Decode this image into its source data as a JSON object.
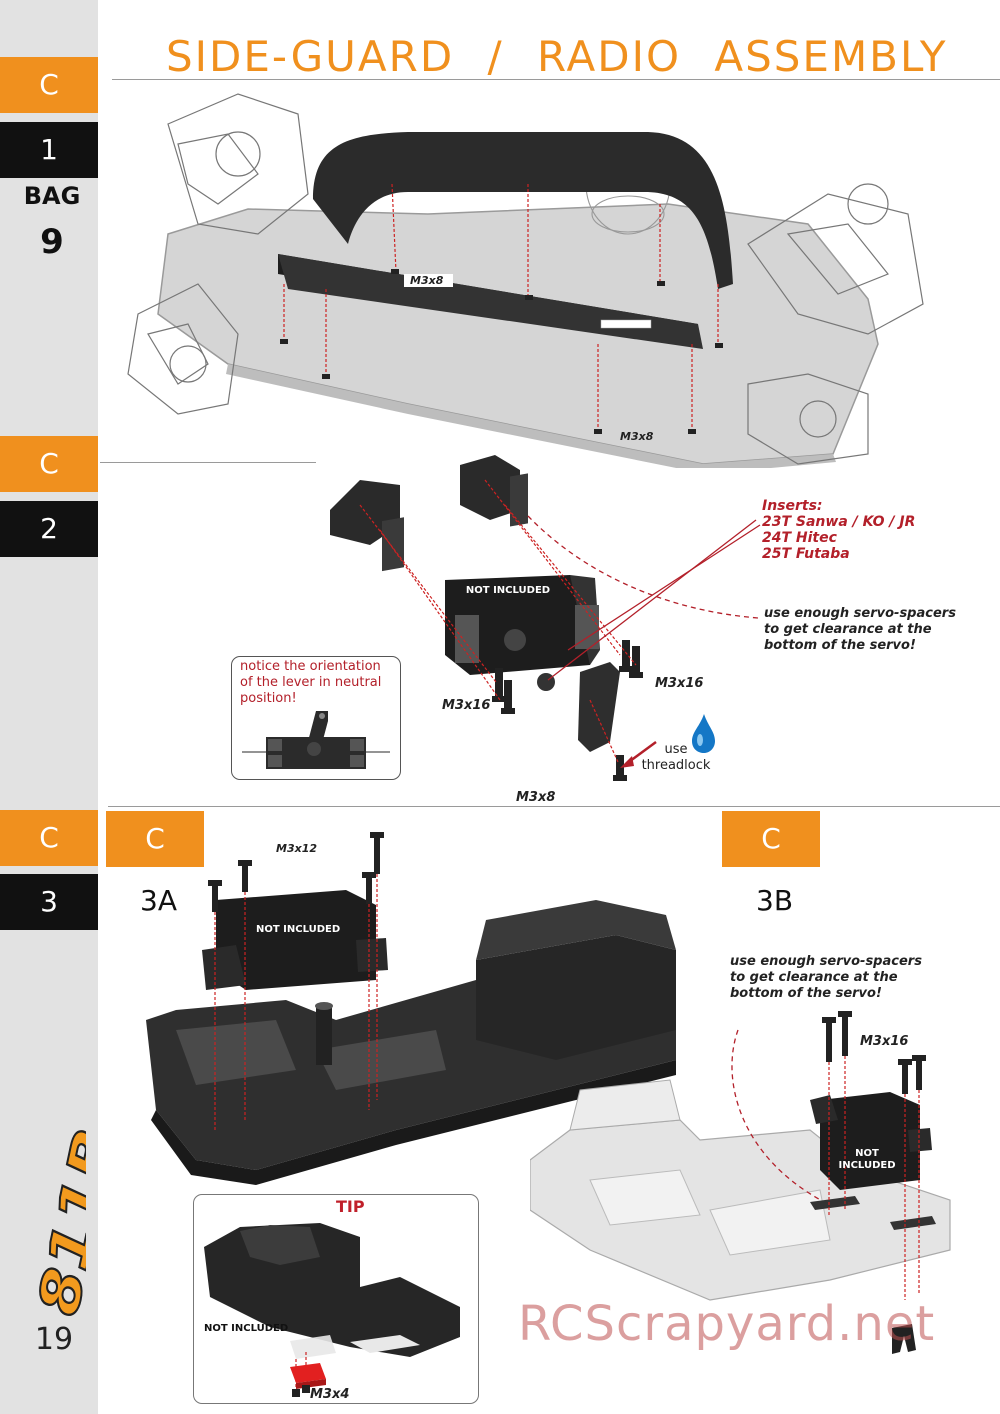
{
  "header": {
    "title": "SIDE-GUARD / RADIO ASSEMBLY"
  },
  "sidebar": {
    "c1": {
      "letter": "C",
      "number": "1"
    },
    "bag": {
      "label": "BAG",
      "number": "9"
    },
    "c2": {
      "letter": "C",
      "number": "2"
    },
    "c3": {
      "letter": "C",
      "number": "3"
    },
    "logo": "811B",
    "page_number": "19"
  },
  "step1": {
    "screw_label_1": "M3x8",
    "screw_label_2": "M3x8"
  },
  "step2": {
    "servo_label": "NOT INCLUDED",
    "inserts_lines": [
      "Inserts:",
      "23T  Sanwa / KO / JR",
      "24T  Hitec",
      "25T  Futaba"
    ],
    "spacer_note_lines": [
      "use enough servo-spacers",
      "to get clearance at the",
      "bottom of the servo!"
    ],
    "screw_left": "M3x16",
    "screw_right": "M3x16",
    "screw_bottom": "M3x8",
    "threadlock_lines": [
      "use",
      "threadlock"
    ],
    "orientation_note_lines": [
      "notice the orientation",
      "of the lever in neutral",
      "position!"
    ]
  },
  "step3": {
    "left_tab": "C",
    "right_tab": "C",
    "a_label": "3A",
    "b_label": "3B",
    "a_screw": "M3x12",
    "a_servo": "NOT INCLUDED",
    "b_note_lines": [
      "use enough servo-spacers",
      "to get clearance at the",
      "bottom of the servo!"
    ],
    "b_screw": "M3x16",
    "b_servo_lines": [
      "NOT",
      "INCLUDED"
    ],
    "tip": {
      "title": "TIP",
      "part_label": "NOT INCLUDED",
      "screw": "M3x4"
    }
  },
  "watermark": "RCScrapyard.net",
  "colors": {
    "accent_orange": "#f0901e",
    "sidebar_gray": "#e2e2e2",
    "note_red": "#b3202a",
    "dark": "#111111"
  }
}
